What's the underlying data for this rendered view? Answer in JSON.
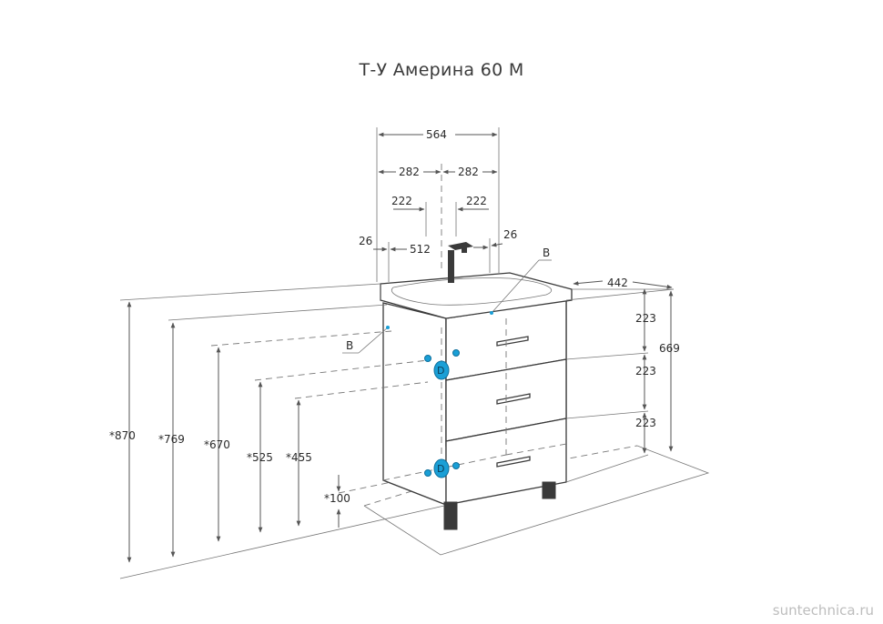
{
  "title": "Т-У Америна 60 М",
  "watermark": "suntechnica.ru",
  "dimensions": {
    "width_total": "564",
    "half_left": "282",
    "half_right": "282",
    "offset_left": "222",
    "offset_right": "222",
    "edge_left": "26",
    "edge_right": "26",
    "bowl_width": "512",
    "depth": "442",
    "drawer_1": "223",
    "drawer_2": "223",
    "drawer_3": "223",
    "cabinet_height": "669",
    "h_870": "*870",
    "h_769": "*769",
    "h_670": "*670",
    "h_525": "*525",
    "h_455": "*455",
    "h_100": "*100"
  },
  "labels": {
    "point_b_top": "B",
    "point_b_side": "B",
    "point_d_top": "D",
    "point_d_bottom": "D"
  },
  "colors": {
    "line": "#555555",
    "marker": "#1a9fd6",
    "marker_dark": "#0d6f9c"
  }
}
